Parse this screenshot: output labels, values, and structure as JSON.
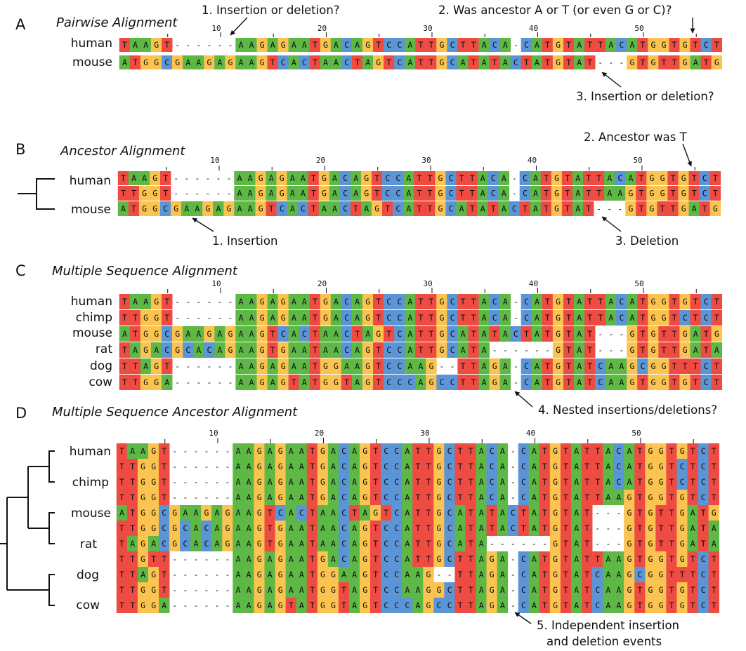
{
  "panels": [
    {
      "letter": "A",
      "title": "Pairwise Alignment",
      "tree": null,
      "sequences": [
        {
          "name": "human",
          "seq": "TAAGT------AAGAGAATGACAGTCCATTGCTTACA-CATGTATTACATGGTGTCT"
        },
        {
          "name": "mouse",
          "seq": "ATGGCGAAGAGAAGTCACTAACTAGTCATTGCATATACTATGTAT---GTGTTGATG"
        }
      ],
      "annotations": [
        {
          "text": "1. Insertion or deletion?"
        },
        {
          "text": "2. Was ancestor A or T (or even G or C)?"
        },
        {
          "text": "3. Insertion or deletion?"
        }
      ]
    },
    {
      "letter": "B",
      "title": "Ancestor Alignment",
      "tree": "B",
      "sequences": [
        {
          "name": "human",
          "seq": "TAAGT------AAGAGAATGACAGTCCATTGCTTACA-CATGTATTACATGGTGTCT"
        },
        {
          "name": "",
          "seq": "TTGGT------AAGAGAATGACAGTCCATTGCTTACA-CATGTATTAAGTGGTGTCT"
        },
        {
          "name": "mouse",
          "seq": "ATGGCGAAGAGAAGTCACTAACTAGTCATTGCATATACTATGTAT---GTGTTGATG"
        }
      ],
      "annotations": [
        {
          "text": "2. Ancestor was T"
        },
        {
          "text": "1. Insertion"
        },
        {
          "text": "3. Deletion"
        }
      ]
    },
    {
      "letter": "C",
      "title": "Multiple Sequence Alignment",
      "tree": null,
      "sequences": [
        {
          "name": "human",
          "seq": "TAAGT------AAGAGAATGACAGTCCATTGCTTACA-CATGTATTACATGGTGTCT"
        },
        {
          "name": "chimp",
          "seq": "TTGGT------AAGAGAATGACAGTCCATTGCTTACA-CATGTATTACATGGTCTCT"
        },
        {
          "name": "mouse",
          "seq": "ATGGCGAAGAGAAGTCACTAACTAGTCATTGCATATACTATGTAT---GTGTTGATG"
        },
        {
          "name": "rat",
          "seq": "TAGACGCACAGAAGTGAATAACAGTCCATTGCATA------GTAT---GTGTTGATA"
        },
        {
          "name": "dog",
          "seq": "TTAGT------AAGAGAATGGAAGTCCAAG--TTAGA-CATGTATCAAGCGGTTTCT"
        },
        {
          "name": "cow",
          "seq": "TTGGA------AAGAGTATGGTAGTCCCAGCCTTAGA-CATGTATCAAGTGGTGTCT"
        }
      ],
      "annotations": [
        {
          "text": "4. Nested insertions/deletions?"
        }
      ]
    },
    {
      "letter": "D",
      "title": "Multiple Sequence  Ancestor Alignment",
      "tree": "D",
      "sequences": [
        {
          "name": "human",
          "seq": "TAAGT------AAGAGAATGACAGTCCATTGCTTACA-CATGTATTACATGGTGTCT"
        },
        {
          "name": "",
          "seq": "TTGGT------AAGAGAATGACAGTCCATTGCTTACA-CATGTATTACATGGTCTCT"
        },
        {
          "name": "chimp",
          "seq": "TTGGT------AAGAGAATGACAGTCCATTGCTTACA-CATGTATTACATGGTCTCT"
        },
        {
          "name": "",
          "seq": "TTGGT------AAGAGAATGACAGTCCATTGCTTACA-CATGTATTAAGTGGTGTCT"
        },
        {
          "name": "mouse",
          "seq": "ATGGCGAAGAGAAGTCACTAACTAGTCATTGCATATACTATGTAT---GTGTTGATG"
        },
        {
          "name": "",
          "seq": "TTGGCGCACAGAAGTGAATAACAGTCCATTGCATATACTATGTAT---GTGTTGATA"
        },
        {
          "name": "rat",
          "seq": "TAGACGCACAGAAGTGAATAACAGTCCATTGCATA------GTAT---GTGTTGATA"
        },
        {
          "name": "",
          "seq": "TTGTT------AAGAGAATGACAGTCCATTGCTTAGA-CATGTATTAAGTGGTGTCT"
        },
        {
          "name": "dog",
          "seq": "TTAGT------AAGAGAATGGAAGTCCAAG--TTAGA-CATGTATCAAGCGGTTTCT"
        },
        {
          "name": "",
          "seq": "TTGGT------AAGAGAATGGTAGTCCAAGGCTTAGA-CATGTATCAAGTGGTGTCT"
        },
        {
          "name": "cow",
          "seq": "TTGGA------AAGAGTATGGTAGTCCCAGCCTTAGA-CATGTATCAAGTGGTGTCT"
        }
      ],
      "annotations": [
        {
          "text": "5.  Independent insertion"
        },
        {
          "text": "and deletion events"
        }
      ]
    }
  ],
  "ruler": {
    "labels": [
      "10",
      "20",
      "30",
      "40",
      "50"
    ]
  },
  "base_colors": {
    "A": "#5db845",
    "C": "#5b95d6",
    "G": "#fbc34f",
    "T": "#ee4b43"
  }
}
